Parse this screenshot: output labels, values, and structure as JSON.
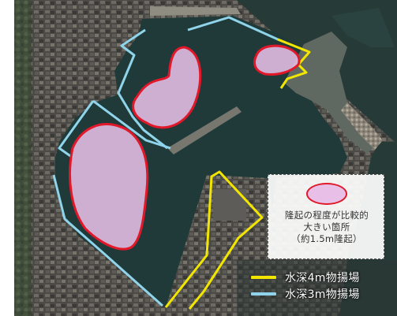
{
  "colors": {
    "water": "#1f3b3a",
    "land": "#4a4a48",
    "uplift_fill": "#e8bfe6",
    "uplift_stroke": "#e0182a",
    "depth_4m": "#f2e600",
    "depth_3m": "#8fd4ea"
  },
  "icons": {
    "uplift_marker": "pink-ellipse-red-outline",
    "depth_4m_marker": "yellow-line",
    "depth_3m_marker": "light-blue-line"
  },
  "legend": {
    "uplift_line1": "隆起の程度が比較的",
    "uplift_line2": "大きい箇所",
    "uplift_line3": "（約1.5m隆起）",
    "depth_4m_label": "水深4m物揚場",
    "depth_3m_label": "水深3m物揚場"
  }
}
